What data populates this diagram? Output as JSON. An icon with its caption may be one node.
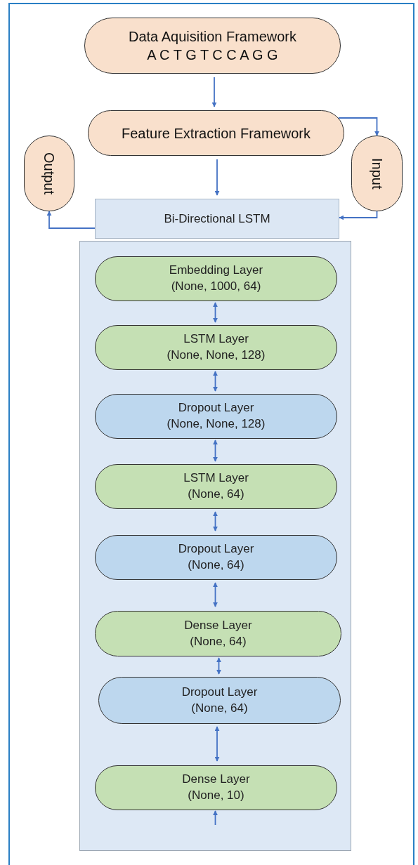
{
  "diagram": {
    "nodes": [
      {
        "text": [
          "Data Aquisition Framework",
          "A C T G T C C A G G"
        ]
      },
      {
        "text": [
          "Feature Extraction Framework"
        ]
      },
      {
        "text": [
          "Output"
        ]
      },
      {
        "text": [
          "Input"
        ]
      },
      {
        "text": [
          "Bi-Directional LSTM"
        ]
      },
      {
        "text": [],
        "shape": "box"
      },
      {
        "text": [
          "Embedding Layer",
          "(None, 1000, 64)"
        ],
        "in": 5
      },
      {
        "text": [
          "LSTM Layer",
          "(None, None, 128)"
        ],
        "in": 5
      },
      {
        "text": [
          "Dropout Layer",
          "(None, None, 128)"
        ],
        "in": 5
      },
      {
        "text": [
          "LSTM Layer",
          "(None, 64)"
        ],
        "in": 5
      },
      {
        "text": [
          "Dropout Layer",
          "(None, 64)"
        ],
        "in": 5
      },
      {
        "text": [
          "Dense Layer",
          "(None, 64)"
        ],
        "in": 5
      },
      {
        "text": [
          "Dropout Layer",
          "(None, 64)"
        ],
        "in": 5
      },
      {
        "text": [
          "Dense Layer",
          "(None, 10)"
        ],
        "in": 5
      }
    ],
    "edges": [
      {
        "from": 0,
        "to": 1,
        "arrow": "to"
      },
      {
        "from": 1,
        "to": 4,
        "arrow": "to"
      },
      {
        "from": 1,
        "to": 3,
        "arrow": "to"
      },
      {
        "from": 3,
        "to": 4,
        "arrow": "to"
      },
      {
        "from": 4,
        "to": 2,
        "arrow": "to"
      },
      {
        "from": 6,
        "to": 7,
        "arrow": "both"
      },
      {
        "from": 7,
        "to": 8,
        "arrow": "both"
      },
      {
        "from": 8,
        "to": 9,
        "arrow": "both"
      },
      {
        "from": 9,
        "to": 10,
        "arrow": "both"
      },
      {
        "from": 10,
        "to": 11,
        "arrow": "both"
      },
      {
        "from": 11,
        "to": 12,
        "arrow": "both"
      },
      {
        "from": 12,
        "to": 13,
        "arrow": "both"
      },
      {
        "from": null,
        "to": 13,
        "arrow": "to"
      }
    ]
  }
}
